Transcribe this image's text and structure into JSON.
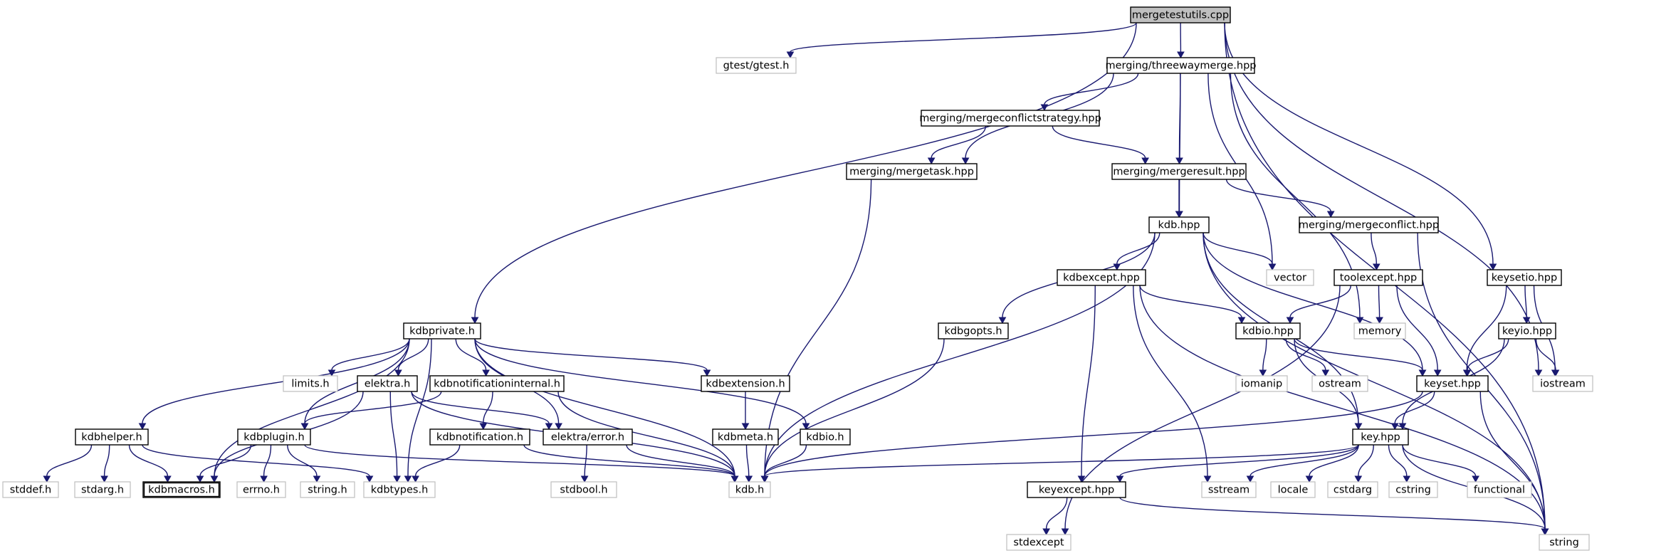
{
  "graph": {
    "nodes": [
      {
        "id": "mergetestutils_cpp",
        "label": "mergetestutils.cpp",
        "style": "root"
      },
      {
        "id": "gtest_h",
        "label": "gtest/gtest.h",
        "style": "external"
      },
      {
        "id": "threewaymerge_hpp",
        "label": "merging/threewaymerge.hpp",
        "style": "file"
      },
      {
        "id": "mergeconflictstrategy_hpp",
        "label": "merging/mergeconflictstrategy.hpp",
        "style": "file"
      },
      {
        "id": "mergetask_hpp",
        "label": "merging/mergetask.hpp",
        "style": "file"
      },
      {
        "id": "mergeresult_hpp",
        "label": "merging/mergeresult.hpp",
        "style": "file"
      },
      {
        "id": "kdb_hpp",
        "label": "kdb.hpp",
        "style": "file"
      },
      {
        "id": "mergeconflict_hpp",
        "label": "merging/mergeconflict.hpp",
        "style": "file"
      },
      {
        "id": "vector",
        "label": "vector",
        "style": "external"
      },
      {
        "id": "kdbexcept_hpp",
        "label": "kdbexcept.hpp",
        "style": "file"
      },
      {
        "id": "toolexcept_hpp",
        "label": "toolexcept.hpp",
        "style": "file"
      },
      {
        "id": "keysetio_hpp",
        "label": "keysetio.hpp",
        "style": "file"
      },
      {
        "id": "kdbgopts_h",
        "label": "kdbgopts.h",
        "style": "file"
      },
      {
        "id": "kdbio_hpp",
        "label": "kdbio.hpp",
        "style": "file"
      },
      {
        "id": "memory",
        "label": "memory",
        "style": "external"
      },
      {
        "id": "keyio_hpp",
        "label": "keyio.hpp",
        "style": "file"
      },
      {
        "id": "kdbprivate_h",
        "label": "kdbprivate.h",
        "style": "file"
      },
      {
        "id": "limits_h",
        "label": "limits.h",
        "style": "external"
      },
      {
        "id": "elektra_h",
        "label": "elektra.h",
        "style": "file"
      },
      {
        "id": "kdbnotificationinternal_h",
        "label": "kdbnotificationinternal.h",
        "style": "file"
      },
      {
        "id": "kdbextension_h",
        "label": "kdbextension.h",
        "style": "file"
      },
      {
        "id": "iomanip",
        "label": "iomanip",
        "style": "external"
      },
      {
        "id": "ostream",
        "label": "ostream",
        "style": "external"
      },
      {
        "id": "keyset_hpp",
        "label": "keyset.hpp",
        "style": "file"
      },
      {
        "id": "iostream",
        "label": "iostream",
        "style": "external"
      },
      {
        "id": "kdbhelper_h",
        "label": "kdbhelper.h",
        "style": "file"
      },
      {
        "id": "kdbplugin_h",
        "label": "kdbplugin.h",
        "style": "file"
      },
      {
        "id": "kdbnotification_h",
        "label": "kdbnotification.h",
        "style": "file"
      },
      {
        "id": "elektra_error_h",
        "label": "elektra/error.h",
        "style": "file"
      },
      {
        "id": "kdbmeta_h",
        "label": "kdbmeta.h",
        "style": "file"
      },
      {
        "id": "kdbio_h",
        "label": "kdbio.h",
        "style": "file"
      },
      {
        "id": "key_hpp",
        "label": "key.hpp",
        "style": "file"
      },
      {
        "id": "stddef_h",
        "label": "stddef.h",
        "style": "external"
      },
      {
        "id": "stdarg_h",
        "label": "stdarg.h",
        "style": "external"
      },
      {
        "id": "kdbmacros_h",
        "label": "kdbmacros.h",
        "style": "file-bold"
      },
      {
        "id": "errno_h",
        "label": "errno.h",
        "style": "external"
      },
      {
        "id": "string_h",
        "label": "string.h",
        "style": "external"
      },
      {
        "id": "kdbtypes_h",
        "label": "kdbtypes.h",
        "style": "external"
      },
      {
        "id": "kdb_h",
        "label": "kdb.h",
        "style": "external"
      },
      {
        "id": "keyexcept_hpp",
        "label": "keyexcept.hpp",
        "style": "file"
      },
      {
        "id": "sstream",
        "label": "sstream",
        "style": "external"
      },
      {
        "id": "locale",
        "label": "locale",
        "style": "external"
      },
      {
        "id": "cstdarg",
        "label": "cstdarg",
        "style": "external"
      },
      {
        "id": "cstring",
        "label": "cstring",
        "style": "external"
      },
      {
        "id": "functional",
        "label": "functional",
        "style": "external"
      },
      {
        "id": "stdbool_h",
        "label": "stdbool.h",
        "style": "external"
      },
      {
        "id": "stdexcept",
        "label": "stdexcept",
        "style": "external"
      },
      {
        "id": "string",
        "label": "string",
        "style": "external"
      }
    ],
    "edges": [
      [
        "mergetestutils_cpp",
        "gtest_h"
      ],
      [
        "mergetestutils_cpp",
        "threewaymerge_hpp"
      ],
      [
        "mergetestutils_cpp",
        "kdbprivate_h"
      ],
      [
        "mergetestutils_cpp",
        "keysetio_hpp"
      ],
      [
        "mergetestutils_cpp",
        "iostream"
      ],
      [
        "mergetestutils_cpp",
        "string"
      ],
      [
        "threewaymerge_hpp",
        "mergeconflictstrategy_hpp"
      ],
      [
        "threewaymerge_hpp",
        "mergetask_hpp"
      ],
      [
        "threewaymerge_hpp",
        "mergeresult_hpp"
      ],
      [
        "threewaymerge_hpp",
        "kdb_hpp"
      ],
      [
        "threewaymerge_hpp",
        "vector"
      ],
      [
        "threewaymerge_hpp",
        "memory"
      ],
      [
        "mergeconflictstrategy_hpp",
        "mergetask_hpp"
      ],
      [
        "mergeconflictstrategy_hpp",
        "mergeresult_hpp"
      ],
      [
        "mergetask_hpp",
        "kdb_h"
      ],
      [
        "mergeresult_hpp",
        "kdb_hpp"
      ],
      [
        "mergeresult_hpp",
        "mergeconflict_hpp"
      ],
      [
        "mergeconflict_hpp",
        "toolexcept_hpp"
      ],
      [
        "mergeconflict_hpp",
        "string"
      ],
      [
        "kdb_hpp",
        "kdbexcept_hpp"
      ],
      [
        "kdb_hpp",
        "kdbgopts_h"
      ],
      [
        "kdb_hpp",
        "vector"
      ],
      [
        "kdb_hpp",
        "keyset_hpp"
      ],
      [
        "kdb_hpp",
        "key_hpp"
      ],
      [
        "kdb_hpp",
        "kdb_h"
      ],
      [
        "kdb_hpp",
        "string"
      ],
      [
        "kdbexcept_hpp",
        "kdbio_hpp"
      ],
      [
        "kdbexcept_hpp",
        "keyexcept_hpp"
      ],
      [
        "kdbexcept_hpp",
        "sstream"
      ],
      [
        "kdbexcept_hpp",
        "string"
      ],
      [
        "toolexcept_hpp",
        "kdbio_hpp"
      ],
      [
        "toolexcept_hpp",
        "memory"
      ],
      [
        "toolexcept_hpp",
        "keyset_hpp"
      ],
      [
        "toolexcept_hpp",
        "stdexcept"
      ],
      [
        "kdbgopts_h",
        "kdb_h"
      ],
      [
        "kdbio_hpp",
        "iomanip"
      ],
      [
        "kdbio_hpp",
        "ostream"
      ],
      [
        "kdbio_hpp",
        "keyset_hpp"
      ],
      [
        "kdbio_hpp",
        "key_hpp"
      ],
      [
        "keysetio_hpp",
        "keyio_hpp"
      ],
      [
        "keysetio_hpp",
        "keyset_hpp"
      ],
      [
        "keysetio_hpp",
        "iostream"
      ],
      [
        "keyio_hpp",
        "keyset_hpp"
      ],
      [
        "keyio_hpp",
        "key_hpp"
      ],
      [
        "keyio_hpp",
        "iostream"
      ],
      [
        "keyset_hpp",
        "key_hpp"
      ],
      [
        "keyset_hpp",
        "kdb_h"
      ],
      [
        "keyset_hpp",
        "string"
      ],
      [
        "key_hpp",
        "kdb_h"
      ],
      [
        "key_hpp",
        "keyexcept_hpp"
      ],
      [
        "key_hpp",
        "sstream"
      ],
      [
        "key_hpp",
        "locale"
      ],
      [
        "key_hpp",
        "cstdarg"
      ],
      [
        "key_hpp",
        "cstring"
      ],
      [
        "key_hpp",
        "functional"
      ],
      [
        "key_hpp",
        "string"
      ],
      [
        "keyexcept_hpp",
        "stdexcept"
      ],
      [
        "keyexcept_hpp",
        "string"
      ],
      [
        "kdbprivate_h",
        "kdbhelper_h"
      ],
      [
        "kdbprivate_h",
        "kdbmacros_h"
      ],
      [
        "kdbprivate_h",
        "kdbplugin_h"
      ],
      [
        "kdbprivate_h",
        "limits_h"
      ],
      [
        "kdbprivate_h",
        "kdbtypes_h"
      ],
      [
        "kdbprivate_h",
        "elektra_h"
      ],
      [
        "kdbprivate_h",
        "kdbnotificationinternal_h"
      ],
      [
        "kdbprivate_h",
        "elektra_error_h"
      ],
      [
        "kdbprivate_h",
        "kdb_h"
      ],
      [
        "kdbprivate_h",
        "kdbextension_h"
      ],
      [
        "kdbprivate_h",
        "kdbio_h"
      ],
      [
        "elektra_h",
        "kdbmacros_h"
      ],
      [
        "elektra_h",
        "kdbtypes_h"
      ],
      [
        "elektra_h",
        "elektra_error_h"
      ],
      [
        "elektra_h",
        "kdb_h"
      ],
      [
        "kdbnotificationinternal_h",
        "kdbplugin_h"
      ],
      [
        "kdbnotificationinternal_h",
        "kdbnotification_h"
      ],
      [
        "kdbnotificationinternal_h",
        "kdb_h"
      ],
      [
        "kdbextension_h",
        "kdbmeta_h"
      ],
      [
        "kdbhelper_h",
        "stddef_h"
      ],
      [
        "kdbhelper_h",
        "stdarg_h"
      ],
      [
        "kdbhelper_h",
        "kdbmacros_h"
      ],
      [
        "kdbhelper_h",
        "kdbtypes_h"
      ],
      [
        "kdbplugin_h",
        "kdbmacros_h"
      ],
      [
        "kdbplugin_h",
        "errno_h"
      ],
      [
        "kdbplugin_h",
        "string_h"
      ],
      [
        "kdbplugin_h",
        "kdb_h"
      ],
      [
        "kdbnotification_h",
        "kdbtypes_h"
      ],
      [
        "kdbnotification_h",
        "kdb_h"
      ],
      [
        "elektra_error_h",
        "stdbool_h"
      ],
      [
        "elektra_error_h",
        "kdb_h"
      ],
      [
        "kdbmeta_h",
        "kdb_h"
      ],
      [
        "kdbio_h",
        "kdb_h"
      ]
    ]
  }
}
